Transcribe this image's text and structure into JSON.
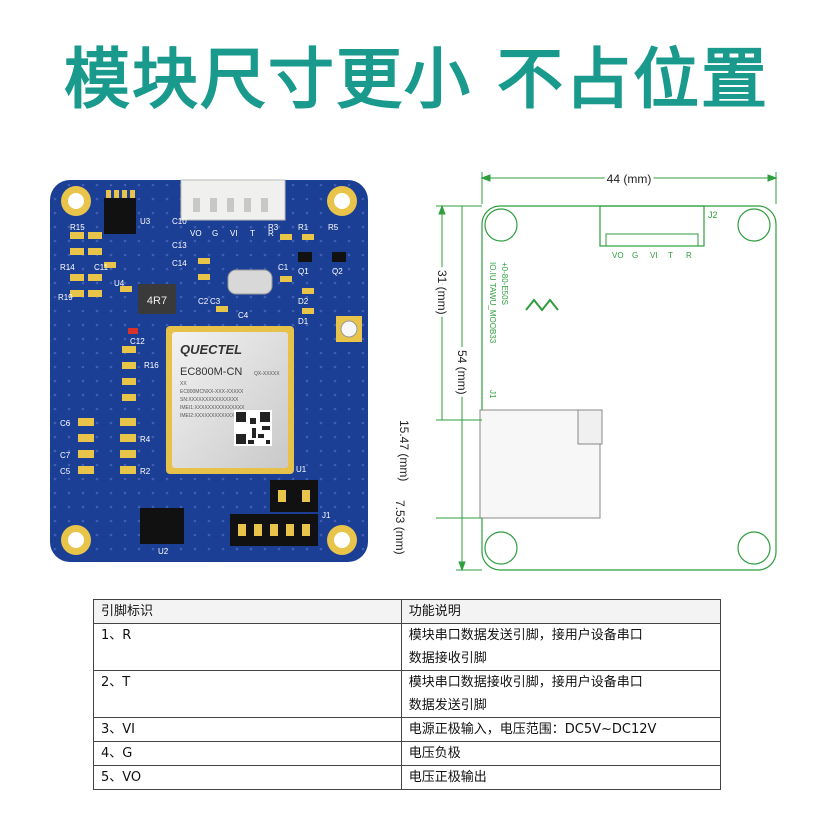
{
  "headline": "模块尺寸更小 不占位置",
  "board": {
    "module_brand": "QUECTEL",
    "module_model": "EC800M-CN",
    "module_code": "QX-XXXXX",
    "module_line_xx": "XX",
    "module_line_part": "EC800MCNXX-XXX-XXXXX",
    "module_line_sn": "SN:XXXXXXXXXXXXXXX",
    "module_line_imei1": "IMEI1:XXXXXXXXXXXXXXX",
    "module_line_imei2": "IMEI2:XXXXXXXXXXXXXXX",
    "inductor_label": "4R7",
    "silk": {
      "u3": "U3",
      "c10": "C10",
      "c13": "C13",
      "c14": "C14",
      "r15": "R15",
      "r14": "R14",
      "c11": "C11",
      "r1": "R1",
      "r5": "R5",
      "q1": "Q1",
      "q2": "Q2",
      "r3": "R3",
      "c1": "C1",
      "u4": "U4",
      "c2": "C2",
      "c3": "C3",
      "c4": "C4",
      "d2": "D2",
      "d1": "D1",
      "c12": "C12",
      "r19": "R19",
      "r16": "R16",
      "c6": "C6",
      "c7": "C7",
      "c5": "C5",
      "r4": "R4",
      "r2": "R2",
      "u1": "U1",
      "u2": "U2",
      "j1": "J1",
      "vo": "VO",
      "g": "G",
      "vi": "VI",
      "t": "T",
      "r": "R"
    }
  },
  "drawing": {
    "dim_width": "44 (mm)",
    "dim_height": "31 (mm)",
    "dim_54": "54 (mm)",
    "dim_1547": "15.47 (mm)",
    "dim_753": "7.53 (mm)",
    "connector_ref": "J2",
    "pins": [
      "VO",
      "G",
      "VI",
      "T",
      "R"
    ],
    "board_text_1": "IO.IU TAWU_MOOB33",
    "board_text_2": "+0-80-E50S",
    "board_text_3": "J1"
  },
  "table": {
    "headers": [
      "引脚标识",
      "功能说明"
    ],
    "rows": [
      {
        "pin": "1、R",
        "desc_1": "模块串口数据发送引脚，接用户设备串口",
        "desc_2": "数据接收引脚"
      },
      {
        "pin": "2、T",
        "desc_1": "模块串口数据接收引脚，接用户设备串口",
        "desc_2": "数据发送引脚"
      },
      {
        "pin": "3、VI",
        "desc_1": "电源正极输入，电压范围：DC5V~DC12V"
      },
      {
        "pin": "4、G",
        "desc_1": "电压负极"
      },
      {
        "pin": "5、VO",
        "desc_1": "电压正极输出"
      }
    ]
  },
  "colors": {
    "headline": "#1a9a8c",
    "pcb": "#1c3f96",
    "pcb_dark": "#132f78",
    "pad": "#e8c44a",
    "drawing_line": "#2e9e3e",
    "drawing_dim": "#222222"
  }
}
